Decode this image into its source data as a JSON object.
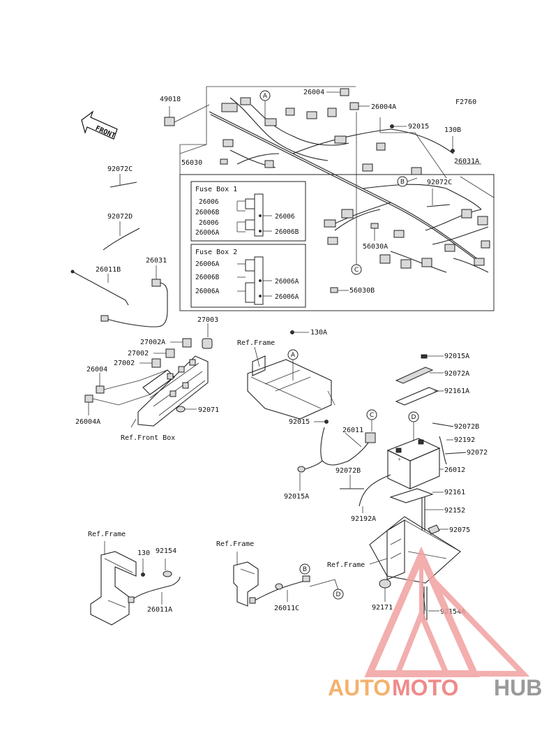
{
  "figure_code": "F2760",
  "front_arrow": "FRONT",
  "fuse_box_1": {
    "title": "Fuse Box 1",
    "left_labels": [
      "26006",
      "26006B",
      "26006",
      "26006A"
    ],
    "right_labels": [
      "26006",
      "26006B"
    ]
  },
  "fuse_box_2": {
    "title": "Fuse Box 2",
    "left_labels": [
      "26006A",
      "26006B",
      "26006A"
    ],
    "right_labels": [
      "26006A",
      "26006A"
    ]
  },
  "callouts": {
    "A": "A",
    "B": "B",
    "C": "C",
    "D": "D"
  },
  "ref_labels": {
    "frame": "Ref.Frame",
    "front_box": "Ref.Front Box"
  },
  "parts": {
    "p49018": "49018",
    "p26004_top": "26004",
    "p26004A_top": "26004A",
    "p92015_top": "92015",
    "p130B": "130B",
    "p26031A": "26031A",
    "p56030": "56030",
    "p92072C_left": "92072C",
    "p92072C_right": "92072C",
    "p92072D": "92072D",
    "p26011B": "26011B",
    "p26031": "26031",
    "p56030A": "56030A",
    "p56030B": "56030B",
    "p27003": "27003",
    "p27002A": "27002A",
    "p27002_a": "27002",
    "p27002_b": "27002",
    "p26004_mid": "26004",
    "p26004A_mid": "26004A",
    "p92071": "92071",
    "p130A": "130A",
    "p92015A_top": "92015A",
    "p92072A": "92072A",
    "p92161A": "92161A",
    "p92015_mid": "92015",
    "p26011": "26011",
    "p92072B_right": "92072B",
    "p92192": "92192",
    "p92072": "92072",
    "p26012": "26012",
    "p92072B_left": "92072B",
    "p92015A_bottom": "92015A",
    "p92161": "92161",
    "p92192A": "92192A",
    "p92152": "92152",
    "p92075": "92075",
    "p130": "130",
    "p92154": "92154",
    "p26011A": "26011A",
    "p26011C": "26011C",
    "p92171": "92171",
    "p92154A": "92154A"
  },
  "watermark": {
    "auto": "AUTO",
    "moto": "MOTO",
    "hub": "HUB"
  }
}
